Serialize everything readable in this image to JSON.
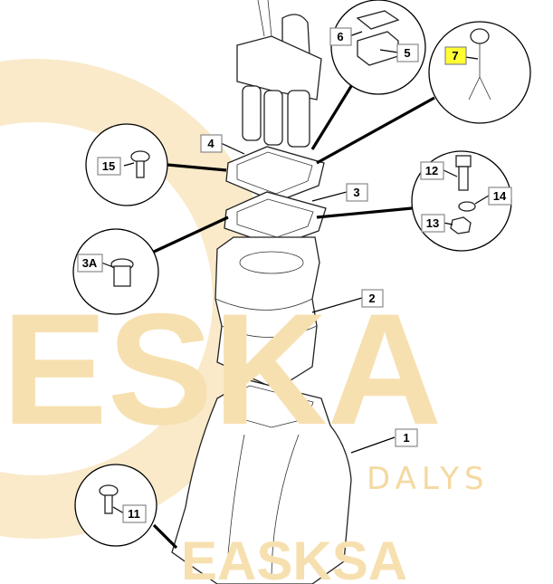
{
  "diagram": {
    "watermark": {
      "main": "ESKA",
      "overlay": "EASKSA",
      "sub": "DALYS"
    },
    "highlight_color": "#ffff33",
    "callouts": [
      {
        "id": "1",
        "label": "1"
      },
      {
        "id": "2",
        "label": "2"
      },
      {
        "id": "3",
        "label": "3"
      },
      {
        "id": "3A",
        "label": "3A"
      },
      {
        "id": "4",
        "label": "4"
      },
      {
        "id": "5",
        "label": "5"
      },
      {
        "id": "6",
        "label": "6"
      },
      {
        "id": "7",
        "label": "7",
        "highlighted": true
      },
      {
        "id": "11",
        "label": "11"
      },
      {
        "id": "12",
        "label": "12"
      },
      {
        "id": "13",
        "label": "13"
      },
      {
        "id": "14",
        "label": "14"
      },
      {
        "id": "15",
        "label": "15"
      }
    ]
  }
}
